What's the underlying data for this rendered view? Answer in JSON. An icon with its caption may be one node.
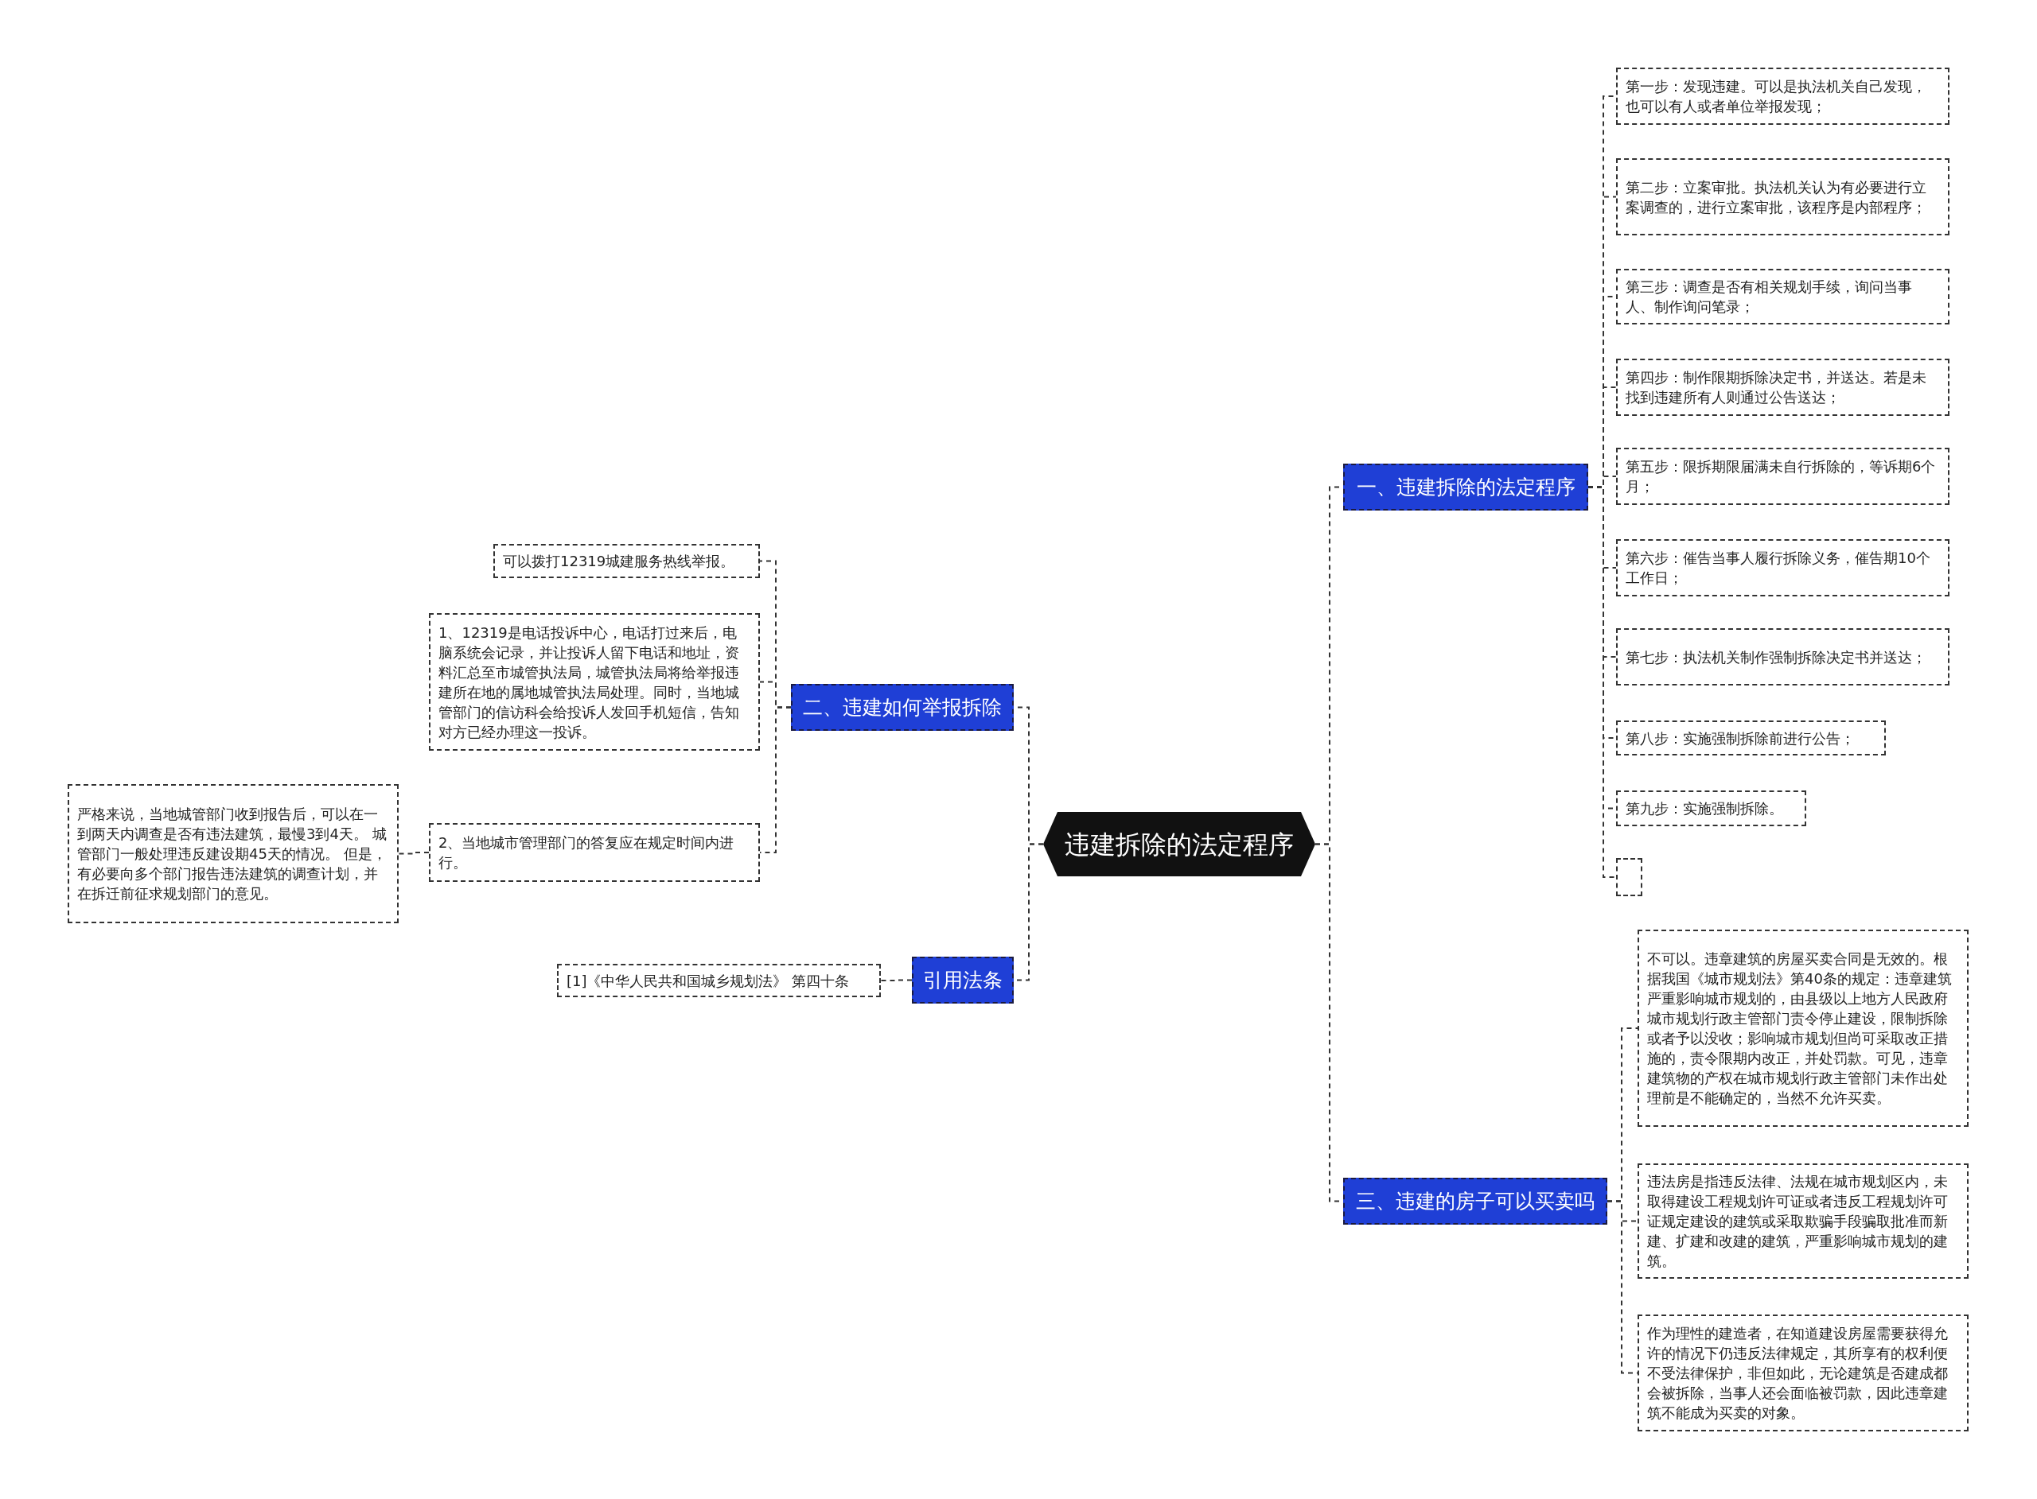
{
  "diagram": {
    "nodes": [
      {
        "text": [
          "违建拆除的法定程序"
        ]
      },
      {
        "text": [
          "一、违建拆除的法定程序"
        ]
      },
      {
        "text": [
          "第一步：发现违建。可以是执法机关自己发现，也可以有人或者单位举报发现；"
        ]
      },
      {
        "text": [
          "第二步：立案审批。执法机关认为有必要进行立案调查的，进行立案审批，该程序是内部程序；"
        ]
      },
      {
        "text": [
          "第三步：调查是否有相关规划手续，询问当事人、制作询问笔录；"
        ]
      },
      {
        "text": [
          "第四步：制作限期拆除决定书，并送达。若是未找到违建所有人则通过公告送达；"
        ]
      },
      {
        "text": [
          "第五步：限拆期限届满未自行拆除的，等诉期6个月；"
        ]
      },
      {
        "text": [
          "第六步：催告当事人履行拆除义务，催告期10个工作日；"
        ]
      },
      {
        "text": [
          "第七步：执法机关制作强制拆除决定书并送达；"
        ]
      },
      {
        "text": [
          "第八步：实施强制拆除前进行公告；"
        ]
      },
      {
        "text": [
          "第九步：实施强制拆除。"
        ]
      },
      {
        "text": [],
        "shape": "box"
      },
      {
        "text": [
          "二、违建如何举报拆除"
        ]
      },
      {
        "text": [
          "可以拨打12319城建服务热线举报。"
        ]
      },
      {
        "text": [
          "1、12319是电话投诉中心，电话打过来后，电脑系统会记录，并让投诉人留下电话和地址，资料汇总至市城管执法局，城管执法局将给举报违建所在地的属地城管执法局处理。同时，当地城管部门的信访科会给投诉人发回手机短信，告知对方已经办理这一投诉。"
        ]
      },
      {
        "text": [
          "2、当地城市管理部门的答复应在规定时间内进行。"
        ]
      },
      {
        "text": [
          "严格来说，当地城管部门收到报告后，可以在一到两天内调查是否有违法建筑，最慢3到4天。 城管部门一般处理违反建设期45天的情况。 但是，有必要向多个部门报告违法建筑的调查计划，并在拆迁前征求规划部门的意见。"
        ]
      },
      {
        "text": [
          "引用法条"
        ]
      },
      {
        "text": [
          "[1]《中华人民共和国城乡规划法》 第四十条"
        ]
      },
      {
        "text": [
          "三、违建的房子可以买卖吗"
        ]
      },
      {
        "text": [
          "不可以。违章建筑的房屋买卖合同是无效的。根据我国《城市规划法》第40条的规定：违章建筑严重影响城市规划的，由县级以上地方人民政府城市规划行政主管部门责令停止建设，限制拆除或者予以没收；影响城市规划但尚可采取改正措施的，责令限期内改正，并处罚款。可见，违章建筑物的产权在城市规划行政主管部门未作出处理前是不能确定的，当然不允许买卖。"
        ]
      },
      {
        "text": [
          "违法房是指违反法律、法规在城市规划区内，未取得建设工程规划许可证或者违反工程规划许可证规定建设的建筑或采取欺骗手段骗取批准而新建、扩建和改建的建筑，严重影响城市规划的建筑。"
        ]
      },
      {
        "text": [
          "作为理性的建造者，在知道建设房屋需要获得允许的情况下仍违反法律规定，其所享有的权利便不受法律保护，非但如此，无论建筑是否建成都会被拆除，当事人还会面临被罚款，因此违章建筑不能成为买卖的对象。"
        ]
      }
    ],
    "edges": [
      {
        "from": 0,
        "to": 1,
        "arrow": "none"
      },
      {
        "from": 1,
        "to": 2,
        "arrow": "none"
      },
      {
        "from": 1,
        "to": 3,
        "arrow": "none"
      },
      {
        "from": 1,
        "to": 4,
        "arrow": "none"
      },
      {
        "from": 1,
        "to": 5,
        "arrow": "none"
      },
      {
        "from": 1,
        "to": 6,
        "arrow": "none"
      },
      {
        "from": 1,
        "to": 7,
        "arrow": "none"
      },
      {
        "from": 1,
        "to": 8,
        "arrow": "none"
      },
      {
        "from": 1,
        "to": 9,
        "arrow": "none"
      },
      {
        "from": 1,
        "to": 10,
        "arrow": "none"
      },
      {
        "from": 1,
        "to": 11,
        "arrow": "none"
      },
      {
        "from": 0,
        "to": 12,
        "arrow": "none"
      },
      {
        "from": 12,
        "to": 13,
        "arrow": "none"
      },
      {
        "from": 12,
        "to": 14,
        "arrow": "none"
      },
      {
        "from": 12,
        "to": 15,
        "arrow": "none"
      },
      {
        "from": 15,
        "to": 16,
        "arrow": "none"
      },
      {
        "from": 0,
        "to": 17,
        "arrow": "none"
      },
      {
        "from": 17,
        "to": 18,
        "arrow": "none"
      },
      {
        "from": 0,
        "to": 19,
        "arrow": "none"
      },
      {
        "from": 19,
        "to": 20,
        "arrow": "none"
      },
      {
        "from": 19,
        "to": 21,
        "arrow": "none"
      },
      {
        "from": 19,
        "to": 22,
        "arrow": "none"
      }
    ]
  }
}
